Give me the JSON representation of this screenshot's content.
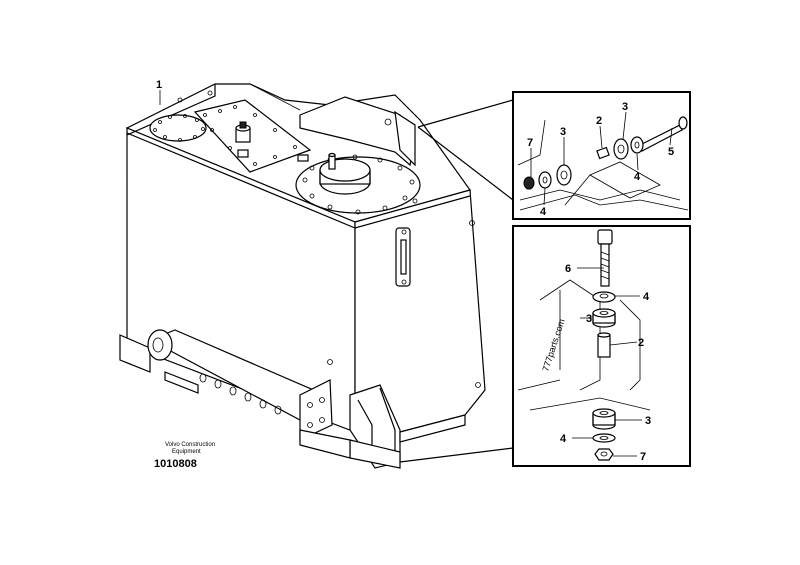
{
  "main_callout": "1",
  "caption": {
    "line1": "Volvo Construction",
    "line2": "Equipment",
    "code": "1010808"
  },
  "detail_top": {
    "callouts": [
      "7",
      "3",
      "2",
      "3",
      "5",
      "4",
      "4"
    ]
  },
  "detail_bottom": {
    "callouts": [
      "6",
      "4",
      "3",
      "2",
      "3",
      "4",
      "7"
    ],
    "watermark": "777parts.com"
  }
}
